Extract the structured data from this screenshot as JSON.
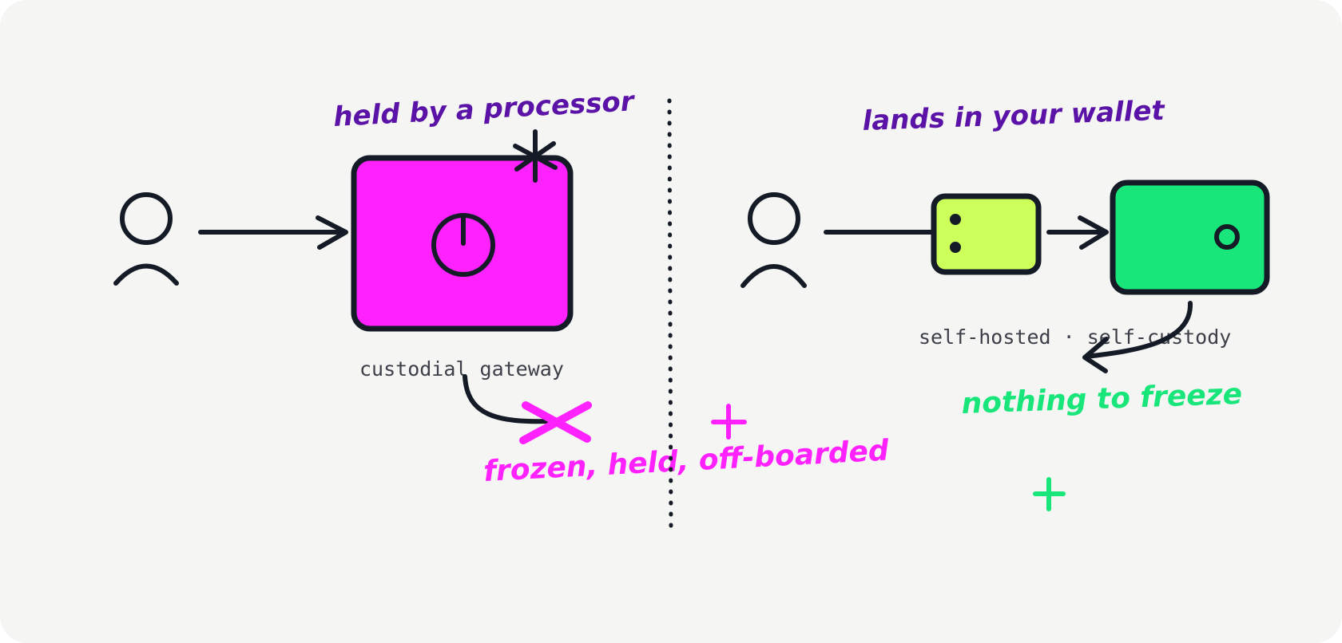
{
  "left": {
    "heading": "held by a processor",
    "box_label": "custodial gateway",
    "outcome": "frozen, held, off-boarded"
  },
  "right": {
    "heading": "lands in your wallet",
    "box_label": "self-hosted · self-custody",
    "outcome": "nothing to freeze"
  },
  "colors": {
    "ink": "#141a26",
    "purple": "#5b12a6",
    "magenta": "#ff22ff",
    "lime": "#ccff5a",
    "green": "#18e67a",
    "label_gray": "#3c3f48",
    "background": "#f5f5f3"
  },
  "icons": [
    "person-icon",
    "arrow-right-icon",
    "power-icon",
    "asterisk-icon",
    "cross-icon",
    "plus-icon",
    "wallet-icon"
  ]
}
